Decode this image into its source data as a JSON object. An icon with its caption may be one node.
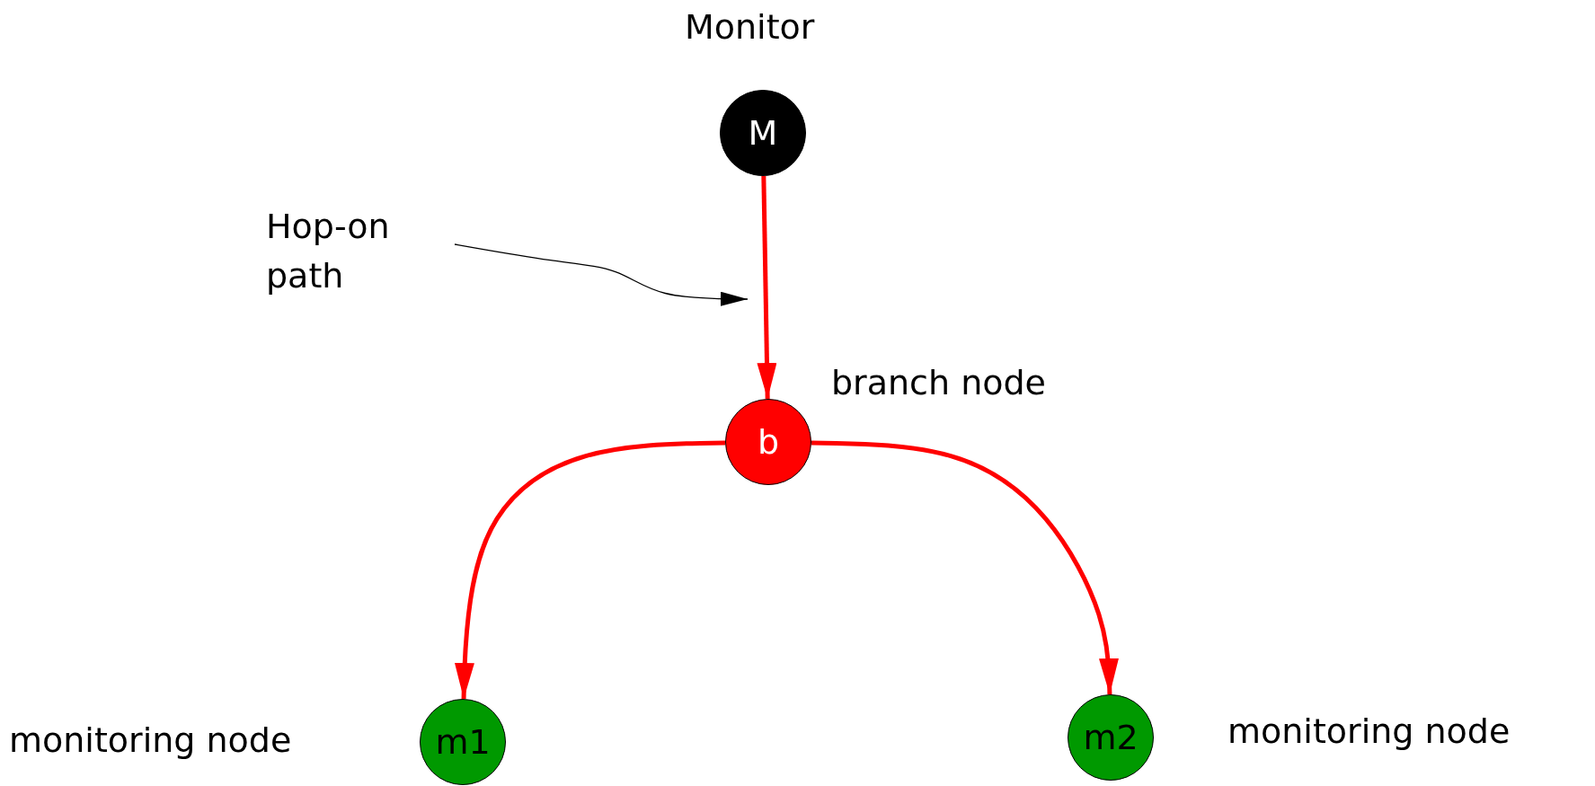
{
  "diagram": {
    "nodes": [
      {
        "text": [
          "M"
        ],
        "beside": [
          "Monitor"
        ]
      },
      {
        "text": [
          "b"
        ],
        "beside": [
          "branch node"
        ]
      },
      {
        "text": [
          "m1"
        ],
        "beside": [
          "monitoring node"
        ]
      },
      {
        "text": [
          "m2"
        ],
        "beside": [
          "monitoring node"
        ]
      },
      {
        "text": [
          "Hop-on path"
        ]
      }
    ],
    "edges": [
      {
        "from": 0,
        "to": 1,
        "arrow": "to"
      },
      {
        "from": 1,
        "to": 2,
        "arrow": "to"
      },
      {
        "from": 1,
        "to": 3,
        "arrow": "to"
      },
      {
        "from": 4,
        "to": null,
        "arrow": "to",
        "color": "#000000"
      }
    ]
  }
}
